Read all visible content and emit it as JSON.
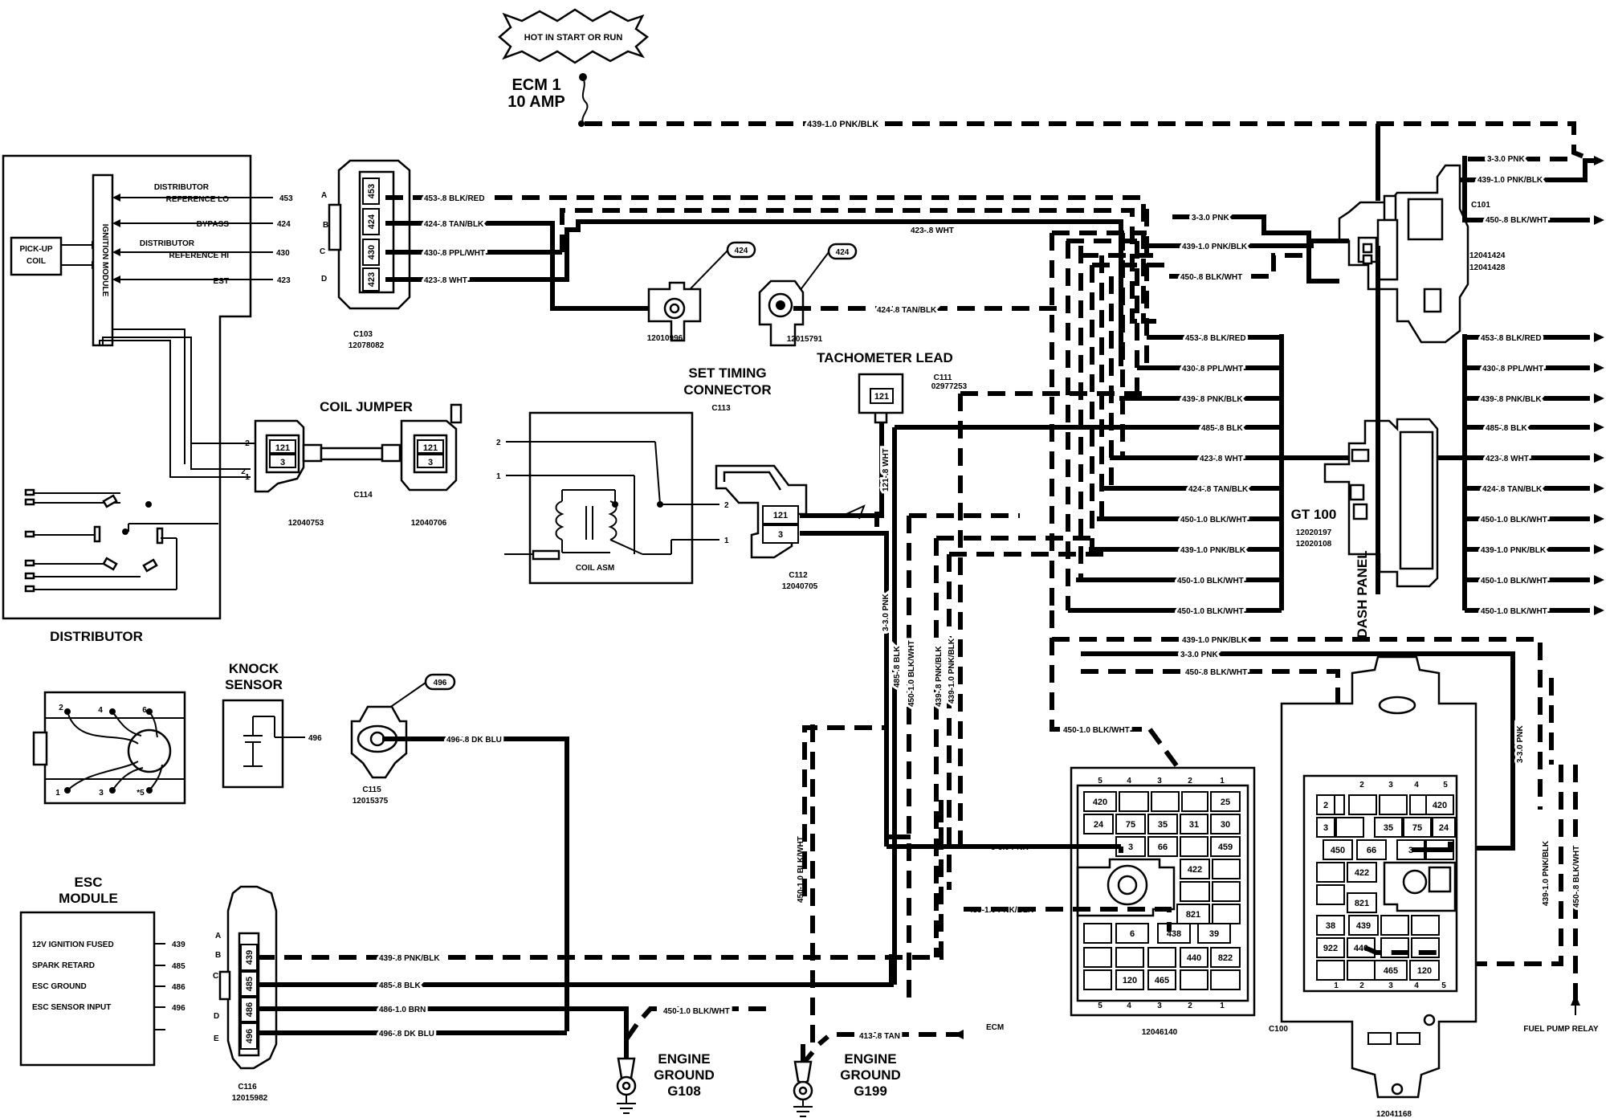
{
  "hot_label": "HOT IN START OR RUN",
  "fuse": {
    "line1": "ECM 1",
    "line2": "10 AMP"
  },
  "top_wire": "439-1.0 PNK/BLK",
  "distributor": {
    "title": "DISTRIBUTOR",
    "pickup_line1": "PICK-UP",
    "pickup_line2": "COIL",
    "module": "IGNITION MODULE",
    "signals": [
      {
        "line1": "DISTRIBUTOR",
        "line2": "REFERENCE LO",
        "circuit": "453"
      },
      {
        "line1": "",
        "line2": "BYPASS",
        "circuit": "424"
      },
      {
        "line1": "DISTRIBUTOR",
        "line2": "REFERENCE HI",
        "circuit": "430"
      },
      {
        "line1": "",
        "line2": "EST",
        "circuit": "423"
      }
    ],
    "pins": [
      "2",
      "1"
    ]
  },
  "c103": {
    "name": "C103",
    "part": "12078082",
    "letters": [
      "A",
      "B",
      "C",
      "D"
    ],
    "cavities": [
      "453",
      "424",
      "430",
      "423"
    ],
    "wires": [
      "453-.8 BLK/RED",
      "424-.8 TAN/BLK",
      "430-.8 PPL/WHT",
      "423-.8 WHT"
    ]
  },
  "white_wire": "423-.8 WHT",
  "timing": {
    "title1": "SET TIMING",
    "title2": "CONNECTOR",
    "name": "C113",
    "bubble1": "424",
    "bubble2": "424",
    "part1": "12010996",
    "part2": "12015791",
    "wire": "424-.8 TAN/BLK"
  },
  "tach": {
    "title": "TACHOMETER LEAD",
    "name": "C111",
    "part": "02977253",
    "cavity": "121",
    "wire": "121-.8 WHT"
  },
  "coil_jumper": {
    "title": "COIL JUMPER",
    "name": "C114",
    "part1": "12040753",
    "part2": "12040706",
    "cav_a": "121",
    "cav_b": "3",
    "pins": [
      "2",
      "1"
    ]
  },
  "coil": {
    "label": "COIL ASM",
    "pins": [
      "2",
      "1",
      "2",
      "1"
    ]
  },
  "c112": {
    "name": "C112",
    "part": "12040705",
    "cav_a": "121",
    "cav_b": "3"
  },
  "knock": {
    "title1": "KNOCK",
    "title2": "SENSOR",
    "circuit": "496",
    "bubble": "496",
    "name": "C115",
    "part": "12015375",
    "wire": "496-.8 DK BLU"
  },
  "sensor_pins": [
    "2",
    "4",
    "6",
    "1",
    "3",
    "*5"
  ],
  "esc": {
    "title1": "ESC",
    "title2": "MODULE",
    "rows": [
      {
        "label": "12V IGNITION FUSED",
        "circuit": "439"
      },
      {
        "label": "SPARK RETARD",
        "circuit": "485"
      },
      {
        "label": "ESC GROUND",
        "circuit": "486"
      },
      {
        "label": "ESC SENSOR INPUT",
        "circuit": "496"
      }
    ]
  },
  "c116": {
    "name": "C116",
    "part": "12015982",
    "letters": [
      "A",
      "B",
      "C",
      "D",
      "E"
    ],
    "cavities": [
      "439",
      "485",
      "486",
      "496"
    ],
    "wires": [
      "439-.8 PNK/BLK",
      "485-.8 BLK",
      "486-1.0 BRN",
      "496-.8 DK BLU"
    ]
  },
  "grounds": [
    {
      "line1": "ENGINE",
      "line2": "GROUND",
      "line3": "G108",
      "wire": "450-1.0 BLK/WHT"
    },
    {
      "line1": "ENGINE",
      "line2": "GROUND",
      "line3": "G199",
      "wire": "413-.8 TAN"
    }
  ],
  "ecm_label": "ECM",
  "vertical_wires": [
    "3-3.0 PNK",
    "485-.8 BLK",
    "450-1.0 BLK/WHT",
    "439-.8 PNK/BLK",
    "439-1.0 PNK/BLK",
    "450-1.0 BLK/WHT"
  ],
  "c101": {
    "name": "C101",
    "part1": "12041424",
    "part2": "12041428",
    "in_wires": [
      "3-3.0 PNK",
      "439-1.0 PNK/BLK",
      "450-.8 BLK/WHT"
    ],
    "out_wires": [
      "3-3.0 PNK",
      "439-1.0 PNK/BLK",
      "450-.8 BLK/WHT"
    ]
  },
  "gt100": {
    "title": "GT 100",
    "part1": "12020197",
    "part2": "12020108",
    "panel": "DASH PANEL",
    "in_wires": [
      "453-.8 BLK/RED",
      "430-.8 PPL/WHT",
      "439-.8 PNK/BLK",
      "485-.8 BLK",
      "423-.8 WHT",
      "424-.8 TAN/BLK",
      "450-1.0 BLK/WHT",
      "439-1.0 PNK/BLK",
      "450-1.0 BLK/WHT",
      "450-1.0 BLK/WHT"
    ],
    "out_wires": [
      "453-.8 BLK/RED",
      "430-.8 PPL/WHT",
      "439-.8 PNK/BLK",
      "485-.8 BLK",
      "423-.8 WHT",
      "424-.8 TAN/BLK",
      "450-1.0 BLK/WHT",
      "439-1.0 PNK/BLK",
      "450-1.0 BLK/WHT",
      "450-1.0 BLK/WHT"
    ]
  },
  "lower_wires": [
    "439-1.0 PNK/BLK",
    "3-3.0 PNK",
    "450-.8 BLK/WHT",
    "450-1.0 BLK/WHT",
    "3-3.0 PNK",
    "439-1.0 PNK/BLK",
    "3-3.0 PNK",
    "439-1.0 PNK/BLK",
    "450-.8 BLK/WHT"
  ],
  "c100": {
    "name": "C100",
    "left_part": "12046140",
    "right_part": "12041168",
    "left_top": [
      "5",
      "4",
      "3",
      "2",
      "1"
    ],
    "left_bottom": [
      "5",
      "4",
      "3",
      "2",
      "1"
    ],
    "left_cells": [
      "420",
      "25",
      "24",
      "75",
      "35",
      "31",
      "30",
      "3",
      "66",
      "459",
      "422",
      "821",
      "6",
      "438",
      "39",
      "440",
      "822",
      "120",
      "465"
    ],
    "right_top": [
      "2",
      "3",
      "4",
      "5"
    ],
    "right_bottom": [
      "1",
      "2",
      "3",
      "4",
      "5"
    ],
    "right_cells": [
      "420",
      "2",
      "35",
      "75",
      "24",
      "3",
      "450",
      "66",
      "3",
      "422",
      "821",
      "38",
      "439",
      "922",
      "440",
      "465",
      "120"
    ]
  },
  "fuel_pump": "FUEL PUMP RELAY"
}
